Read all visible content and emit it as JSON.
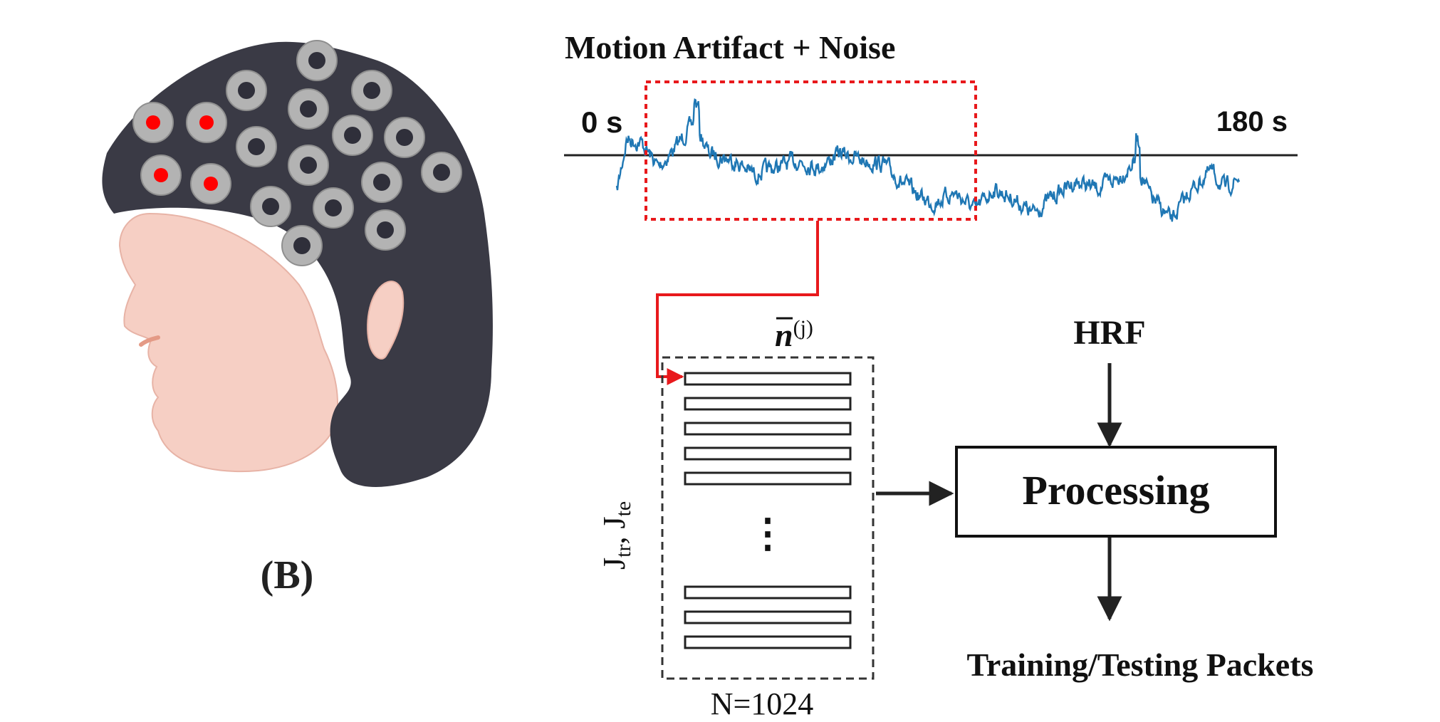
{
  "panel_label": "(B)",
  "signal": {
    "title": "Motion Artifact + Noise",
    "start_label": "0 s",
    "end_label": "180 s",
    "duration_s": 180,
    "trace_color": "#1f77b4",
    "selection_color": "#e8191c"
  },
  "segment_stack": {
    "label_symbol": "n",
    "label_superscript": "(j)",
    "side_label_part1": "J",
    "side_label_sub1": "tr",
    "side_label_sep": ", J",
    "side_label_sub2": "te",
    "ellipsis": "⋮",
    "size_label": "N=1024"
  },
  "hrf_label": "HRF",
  "process_label": "Processing",
  "output_label": "Training/Testing Packets",
  "colors": {
    "cap": "#3a3a45",
    "skin": "#f6cfc4",
    "electrode": "#b3b3b3",
    "active_electrode_dot": "#ff0000",
    "arrow": "#222222"
  }
}
